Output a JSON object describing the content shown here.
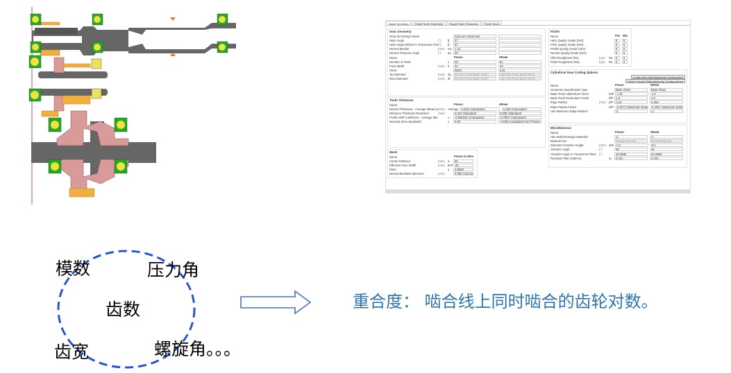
{
  "software": {
    "tabs": [
      "Basic Geometry",
      "Finish Tooth Thickness",
      "Rough Tooth Thickness",
      "Finish Stock"
    ],
    "gear_geometry": {
      "title": "Gear Geometry",
      "rows": [
        [
          "Gear Set Design Name",
          "",
          "",
          "Copy of A Gear Set",
          ""
        ],
        [
          "Helix Angle",
          "(°)",
          "β",
          "27",
          ""
        ],
        [
          "Helix Angle (Wheel in Transverse Profile)",
          "(°)",
          "β",
          "27",
          ""
        ],
        [
          "Normal Module",
          "(mm)",
          "mn",
          "1.42",
          ""
        ],
        [
          "Normal Pressure Angle",
          "(°)",
          "αn",
          "20",
          ""
        ],
        [
          "Name",
          "",
          "",
          "Pinion",
          "Wheel"
        ],
        [
          "Number of Teeth",
          "",
          "z",
          "28",
          "81"
        ],
        [
          "Face Width",
          "(mm)",
          "b",
          "34",
          "32"
        ],
        [
          "Hand",
          "",
          "",
          "Right",
          "Left"
        ],
        [
          "Tip Diameter",
          "(mm)",
          "da",
          "48.270 (From Basic Rack)",
          "130.878 (From Basic Rack)"
        ],
        [
          "Root Diameter",
          "(mm)",
          "df",
          "40.222 (From Basic Rack)",
          "122.743 (From Basic Rack)"
        ]
      ]
    },
    "tooth_thickness": {
      "title": "Tooth Thickness",
      "rows": [
        [
          "Name",
          "",
          "",
          "Pinion",
          "Wheel"
        ],
        [
          "Normal Thickness - Average (Mean) Mean",
          "(mm)",
          "Average",
          "2.229 (Calculated)",
          "1.922 (Calculated)"
        ],
        [
          "Minimum Thickness Reduction",
          "(mm)",
          "",
          "0.044 (Standard)",
          "0.038 (Standard)"
        ],
        [
          "Profile Shift Coefficient - Average (Mean)",
          "",
          "x",
          "-0.082241 (Calculated)",
          "-0.7807 (Calculated)"
        ],
        [
          "Nominal (Zero Backlash)",
          "",
          "x",
          "0.05",
          "-0.035 (Calculated from Pinion)"
        ]
      ]
    },
    "mesh": {
      "title": "Mesh",
      "rows": [
        [
          "Name",
          "",
          "",
          "Pinion to Wheel",
          ""
        ],
        [
          "Centre Distance",
          "(mm)",
          "a",
          "85",
          ""
        ],
        [
          "Effective Face Width",
          "(mm)",
          "beff",
          "32",
          ""
        ],
        [
          "Ratio",
          "",
          "u",
          "2.8929",
          ""
        ],
        [
          "Normal Backlash  Minimum",
          "(mm)",
          "",
          "0.084 (Calculated)",
          ""
        ]
      ]
    },
    "finish": {
      "title": "Finish",
      "rows": [
        [
          "Name",
          "",
          "",
          "Pinion",
          "Wheel"
        ],
        [
          "Helix Quality Grade (ISO)",
          "",
          "",
          "6",
          "6"
        ],
        [
          "Pitch Quality Grade (ISO)",
          "",
          "",
          "6",
          "6"
        ],
        [
          "Profile Quality Grade (ISO)",
          "",
          "",
          "6",
          "6"
        ],
        [
          "Runout Quality Grade (ISO)",
          "",
          "",
          "6",
          "6"
        ],
        [
          "Fillet Roughness (Ra)",
          "(μm)",
          "Ra",
          "3",
          "3"
        ],
        [
          "Flank Roughness (Ra)",
          "(μm)",
          "Ra",
          "3",
          "3"
        ]
      ]
    },
    "cutting": {
      "title": "Cylindrical Gear Cutting Options",
      "create_btn": "Create New Manufacturing Configuration",
      "delete_btn": "Delete Unused Manufacturing Configurations",
      "rows": [
        [
          "Name",
          "",
          "",
          "Pinion",
          "Wheel"
        ],
        [
          "Geometry Specification Type",
          "",
          "",
          "Basic Rack",
          "Basic Rack"
        ],
        [
          "Basic Rack Addendum Factor",
          "",
          "haP",
          "1.25",
          "1.3"
        ],
        [
          "Basic Rack Dedendum Factor",
          "",
          "hfP",
          "1.6",
          "1.6"
        ],
        [
          "Edge Radius",
          "(mm)",
          "ρfP",
          "0.43",
          "0.462"
        ],
        [
          "Edge Radius Factor",
          "",
          "ρfP*",
          "0.3171 (Maximum Edge Radius)",
          "0.3267 (Maximum Edge Radius)"
        ],
        [
          "Use Maximum Edge Radius?",
          "",
          "",
          "☑",
          "☑"
        ]
      ]
    },
    "misc": {
      "title": "Miscellaneous",
      "rows": [
        [
          "Name",
          "",
          "",
          "Pinion",
          "Wheel"
        ],
        [
          "Use Default Design Material?",
          "",
          "",
          "☑",
          "☑"
        ],
        [
          "Material ISO",
          "",
          "",
          "Default Material",
          "Default Material"
        ],
        [
          "Diameter Chamfer Height",
          "(mm)",
          "Δhk",
          "0.4",
          "0.4"
        ],
        [
          "Chamfer Angle",
          "(°)",
          "",
          "45",
          "45"
        ],
        [
          "Chamfer Angle in Transverse Plane",
          "(°)",
          "",
          "48.2688",
          "48.2688"
        ],
        [
          "Residual Fillet Undercut",
          "",
          "uc",
          "0 mm",
          "0 mm"
        ]
      ]
    }
  },
  "slide": {
    "terms": {
      "module": "模数",
      "pressure_angle": "压力角",
      "teeth": "齿数",
      "face_width": "齿宽",
      "helix_angle": "螺旋角。。。"
    },
    "definition": "重合度： 啮合线上同时啮合的齿轮对数。"
  },
  "colors": {
    "accent": "#2e75b6",
    "ellipse": "#2255dd"
  }
}
